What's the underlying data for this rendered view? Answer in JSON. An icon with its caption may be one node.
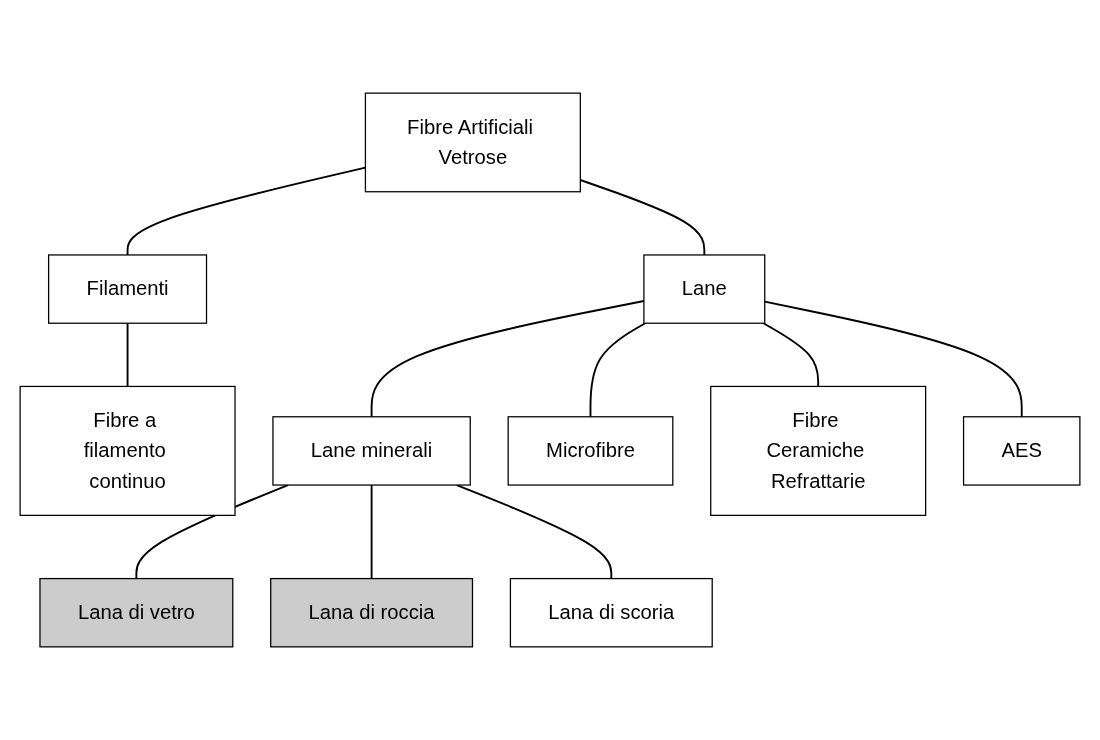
{
  "diagram": {
    "nodes": [
      {
        "text": [
          "Fibre Artificiali Vetrose"
        ]
      },
      {
        "text": [
          "Filamenti"
        ]
      },
      {
        "text": [
          "Lane"
        ]
      },
      {
        "text": [
          "Fibre a filamento continuo"
        ]
      },
      {
        "text": [
          "Lane minerali"
        ]
      },
      {
        "text": [
          "Microfibre"
        ]
      },
      {
        "text": [
          "Fibre Ceramiche Refrattarie"
        ]
      },
      {
        "text": [
          "AES"
        ]
      },
      {
        "text": [
          "Lana di vetro"
        ]
      },
      {
        "text": [
          "Lana di roccia"
        ]
      },
      {
        "text": [
          "Lana di scoria"
        ]
      }
    ],
    "edges": [
      {
        "from": 0,
        "to": 1,
        "arrow": "none"
      },
      {
        "from": 0,
        "to": 2,
        "arrow": "none"
      },
      {
        "from": 1,
        "to": 3,
        "arrow": "none"
      },
      {
        "from": 2,
        "to": 4,
        "arrow": "none"
      },
      {
        "from": 2,
        "to": 5,
        "arrow": "none"
      },
      {
        "from": 2,
        "to": 6,
        "arrow": "none"
      },
      {
        "from": 2,
        "to": 7,
        "arrow": "none"
      },
      {
        "from": 4,
        "to": 8,
        "arrow": "none"
      },
      {
        "from": 4,
        "to": 9,
        "arrow": "none"
      },
      {
        "from": 4,
        "to": 10,
        "arrow": "none"
      }
    ]
  }
}
